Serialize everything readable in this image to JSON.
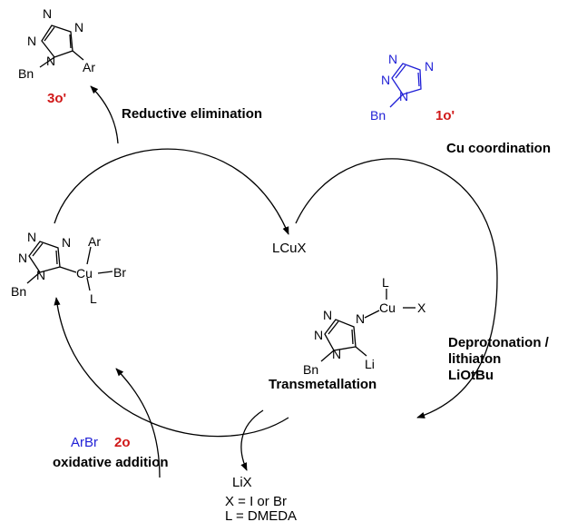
{
  "colors": {
    "text": "#000000",
    "blue": "#1f1fd6",
    "red": "#d01818"
  },
  "steps": {
    "reductive_elimination": "Reductive elimination",
    "cu_coordination": "Cu coordination",
    "deprotonation_1": "Deprotonation /",
    "deprotonation_2": "lithiaton",
    "deprotonation_3": "LiOtBu",
    "transmetallation": "Transmetallation",
    "oxidative_addition": "oxidative addition"
  },
  "species": {
    "catalyst": "LCuX",
    "reagent": "ArBr",
    "reagent_id": "2o",
    "substrate_id": "1o'",
    "product_id": "3o'",
    "byproduct": "LiX"
  },
  "atoms": {
    "N": "N",
    "Bn": "Bn",
    "Ar": "Ar",
    "Cu": "Cu",
    "Br": "Br",
    "L": "L",
    "X": "X",
    "Li": "Li"
  },
  "notes": {
    "line1": "X = I or Br",
    "line2": "L = DMEDA"
  }
}
